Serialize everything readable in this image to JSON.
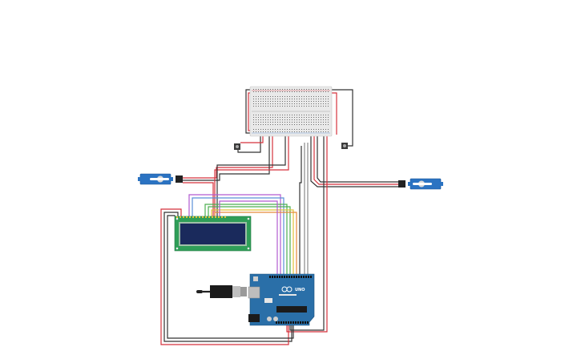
{
  "canvas": {
    "background": "#ffffff"
  },
  "colors": {
    "wire_red": "#d5323c",
    "wire_black": "#333333",
    "wire_gray": "#8a8a8a",
    "wire_purple": "#b25bd0",
    "wire_blue": "#5a8fd8",
    "wire_green": "#4caf50",
    "wire_yellow": "#e0c23a",
    "wire_orange": "#e58a3a",
    "breadboard": "#e9e9e9",
    "lcd_board": "#2f9e58",
    "lcd_screen": "#1a2a5c",
    "arduino": "#2a6fa8",
    "servo": "#2b73c2"
  },
  "components": {
    "breadboard": {
      "name": "breadboard"
    },
    "lcd": {
      "name": "lcd-16x2"
    },
    "arduino": {
      "name": "arduino-uno",
      "label": "UNO"
    },
    "servo_left": {
      "name": "servo-left"
    },
    "servo_right": {
      "name": "servo-right"
    },
    "button_left": {
      "name": "pushbutton-left"
    },
    "button_right": {
      "name": "pushbutton-right"
    },
    "usb_cable": {
      "name": "usb-cable"
    }
  }
}
